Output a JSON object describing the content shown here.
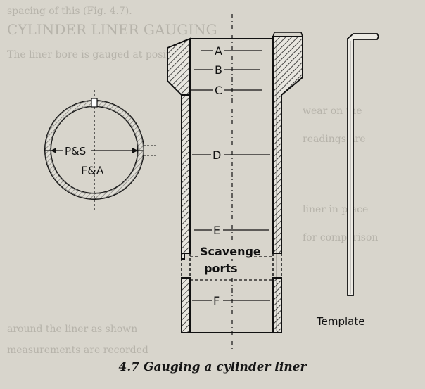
{
  "figure": {
    "caption": "4.7 Gauging a cylinder liner",
    "labels": {
      "A": "A",
      "B": "B",
      "C": "C",
      "D": "D",
      "E": "E",
      "F": "F",
      "scavenge_line1": "Scavenge",
      "scavenge_line2": "ports",
      "template": "Template",
      "ps": "P&S",
      "fa": "F&A"
    }
  },
  "colors": {
    "ink": "#111111",
    "paper": "#d8d5cc",
    "hatch": "#333333"
  }
}
